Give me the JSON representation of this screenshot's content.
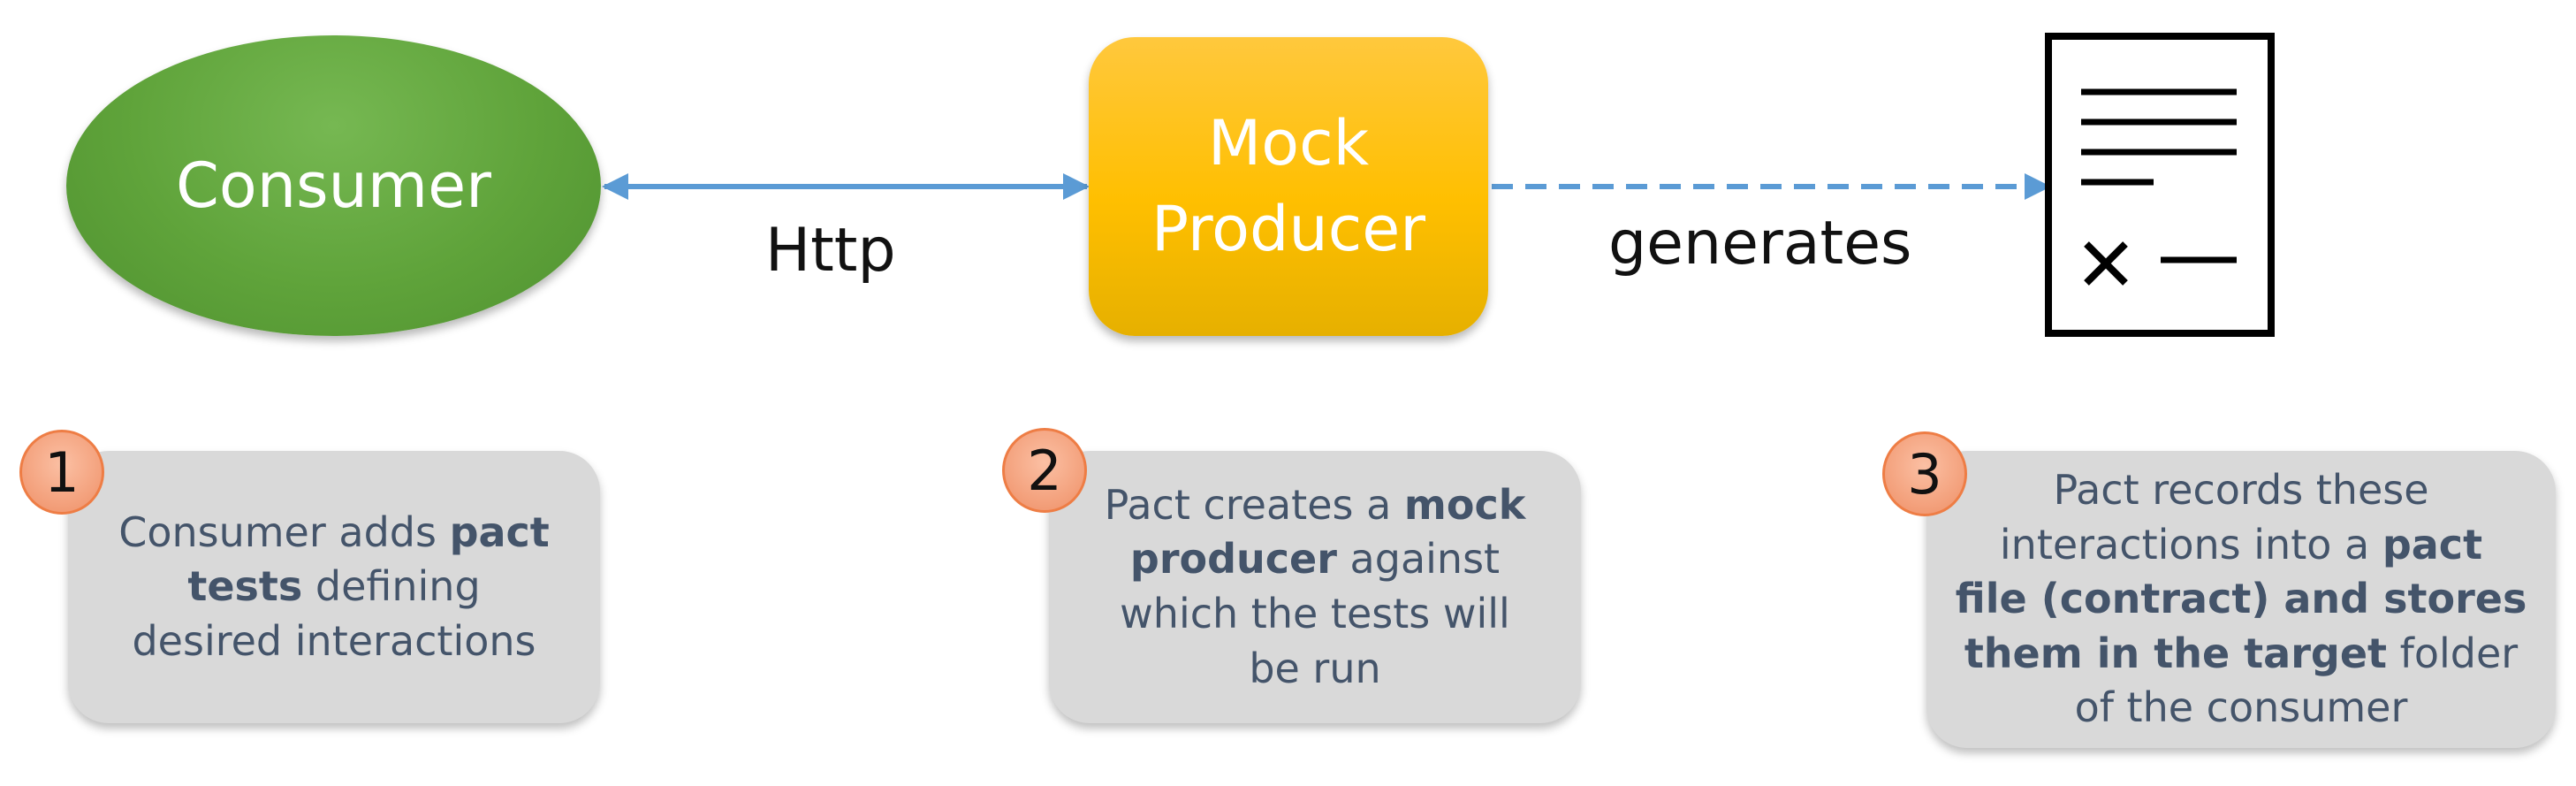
{
  "nodes": {
    "consumer": "Consumer",
    "mock_producer_line1": "Mock",
    "mock_producer_line2": "Producer"
  },
  "edges": {
    "consumer_producer": "Http",
    "producer_contract": "generates"
  },
  "icons": {
    "contract": "contract-document-icon"
  },
  "steps": [
    {
      "number": "1",
      "lines": [
        [
          {
            "t": "Consumer adds ",
            "b": false
          },
          {
            "t": "pact",
            "b": true
          }
        ],
        [
          {
            "t": "tests",
            "b": true
          },
          {
            "t": " defining",
            "b": false
          }
        ],
        [
          {
            "t": "desired interactions",
            "b": false
          }
        ]
      ]
    },
    {
      "number": "2",
      "lines": [
        [
          {
            "t": "Pact creates a ",
            "b": false
          },
          {
            "t": "mock",
            "b": true
          }
        ],
        [
          {
            "t": "producer",
            "b": true
          },
          {
            "t": " against",
            "b": false
          }
        ],
        [
          {
            "t": "which the tests will",
            "b": false
          }
        ],
        [
          {
            "t": "be run",
            "b": false
          }
        ]
      ]
    },
    {
      "number": "3",
      "lines": [
        [
          {
            "t": "Pact records these",
            "b": false
          }
        ],
        [
          {
            "t": "interactions into a ",
            "b": false
          },
          {
            "t": "pact",
            "b": true
          }
        ],
        [
          {
            "t": "file (contract) and stores",
            "b": true
          }
        ],
        [
          {
            "t": "them in the target",
            "b": true
          },
          {
            "t": " folder",
            "b": false
          }
        ],
        [
          {
            "t": "of the consumer",
            "b": false
          }
        ]
      ]
    }
  ],
  "colors": {
    "consumer_fill": "#5fa33a",
    "producer_fill": "#ffbf00",
    "arrow": "#5b9bd5",
    "note_fill": "#d9d9d9",
    "note_text": "#44546a",
    "badge_fill": "#f4a37f",
    "badge_border": "#ee7d45"
  }
}
